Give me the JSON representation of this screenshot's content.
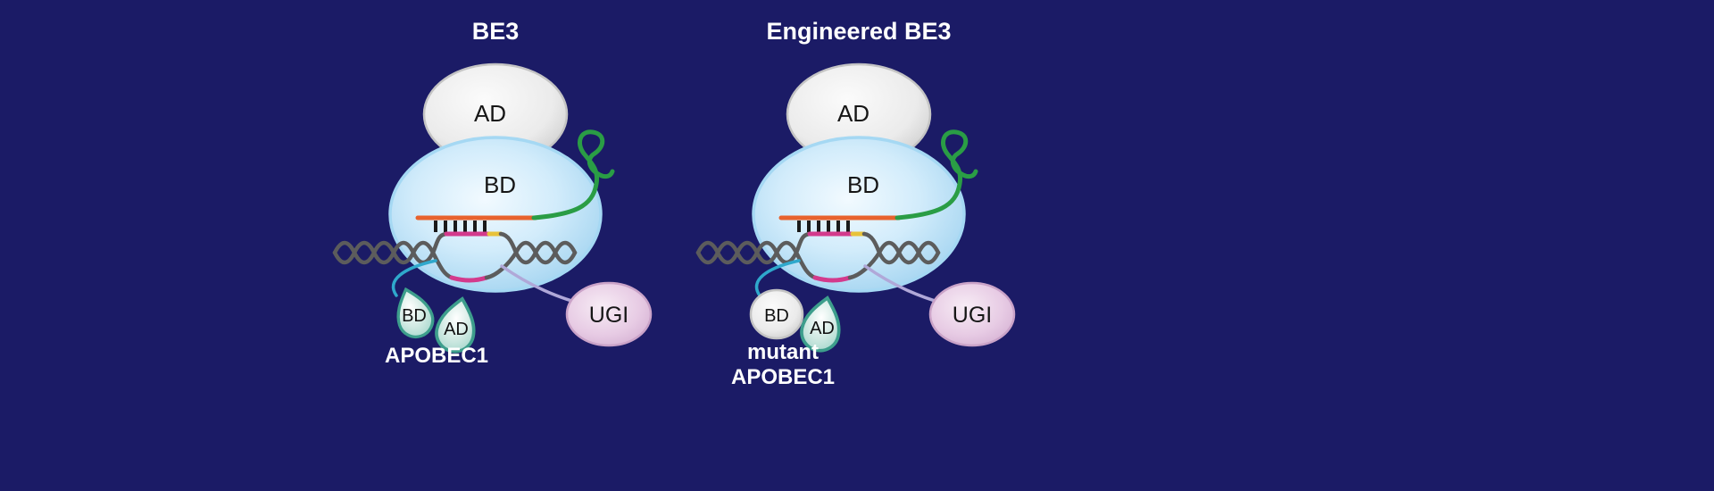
{
  "left": {
    "title": "BE3",
    "ad_label": "AD",
    "bd_label": "BD",
    "apobec_bd_label": "BD",
    "apobec_ad_label": "AD",
    "apobec_name": "APOBEC1",
    "ugi_label": "UGI"
  },
  "right": {
    "title": "Engineered BE3",
    "ad_label": "AD",
    "bd_label": "BD",
    "apobec_bd_label": "BD",
    "apobec_ad_label": "AD",
    "apobec_name_line1": "mutant",
    "apobec_name_line2": "APOBEC1",
    "ugi_label": "UGI"
  },
  "colors": {
    "background": "#1b1b66",
    "cas9_bd_fill": "#bfe0f6",
    "ad_fill": "#ececec",
    "sgrna_green": "#2a9d45",
    "rna_orange": "#e8622d",
    "dna_gray": "#5c5c5c",
    "target_strand_pink": "#d33a8c",
    "pam_yellow": "#e8c23a",
    "apobec_teal_stroke": "#3d9e8c",
    "linker_cyan": "#2fa8cc",
    "linker_lavender": "#b0a8d8",
    "ugi_fill": "#e6c9e3",
    "base_pair_black": "#1a1a1a",
    "title_white": "#ffffff"
  }
}
